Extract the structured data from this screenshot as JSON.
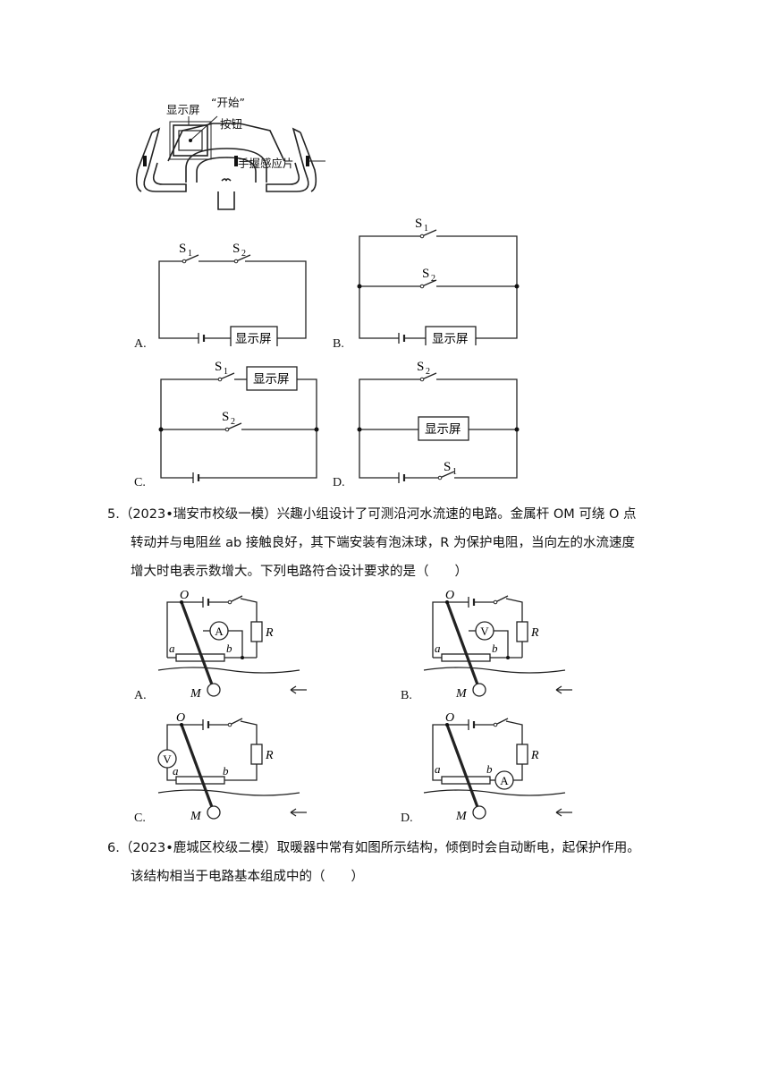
{
  "device": {
    "screen_label": "显示屏",
    "start_label_line1": "“开始”",
    "start_label_line2": "按钮",
    "grip_label": "手握感应片"
  },
  "q4_options": {
    "a": {
      "letter": "A.",
      "s1": "S",
      "s1_sub": "1",
      "s2": "S",
      "s2_sub": "2",
      "box": "显示屏"
    },
    "b": {
      "letter": "B.",
      "s1": "S",
      "s1_sub": "1",
      "s2": "S",
      "s2_sub": "2",
      "box": "显示屏"
    },
    "c": {
      "letter": "C.",
      "s1": "S",
      "s1_sub": "1",
      "s2": "S",
      "s2_sub": "2",
      "box": "显示屏"
    },
    "d": {
      "letter": "D.",
      "s1": "S",
      "s1_sub": "1",
      "s2": "S",
      "s2_sub": "2",
      "box": "显示屏"
    }
  },
  "q5": {
    "line1": "5.（2023•瑞安市校级一模）兴趣小组设计了可测沿河水流速的电路。金属杆 OM 可绕 O 点",
    "line2": "转动并与电阻丝 ab 接触良好，其下端安装有泡沫球，R 为保护电阻，当向左的水流速度",
    "line3": "增大时电表示数增大。下列电路符合设计要求的是（　　）"
  },
  "q5_options": {
    "a": {
      "letter": "A.",
      "meter": "A"
    },
    "b": {
      "letter": "B.",
      "meter": "V"
    },
    "c": {
      "letter": "C.",
      "meter": "V"
    },
    "d": {
      "letter": "D.",
      "meter": "A"
    },
    "labels": {
      "o": "O",
      "m": "M",
      "a": "a",
      "b": "b",
      "r": "R"
    }
  },
  "q6": {
    "line1": "6.（2023•鹿城区校级二模）取暖器中常有如图所示结构，倾倒时会自动断电，起保护作用。",
    "line2": "该结构相当于电路基本组成中的（　　）"
  }
}
